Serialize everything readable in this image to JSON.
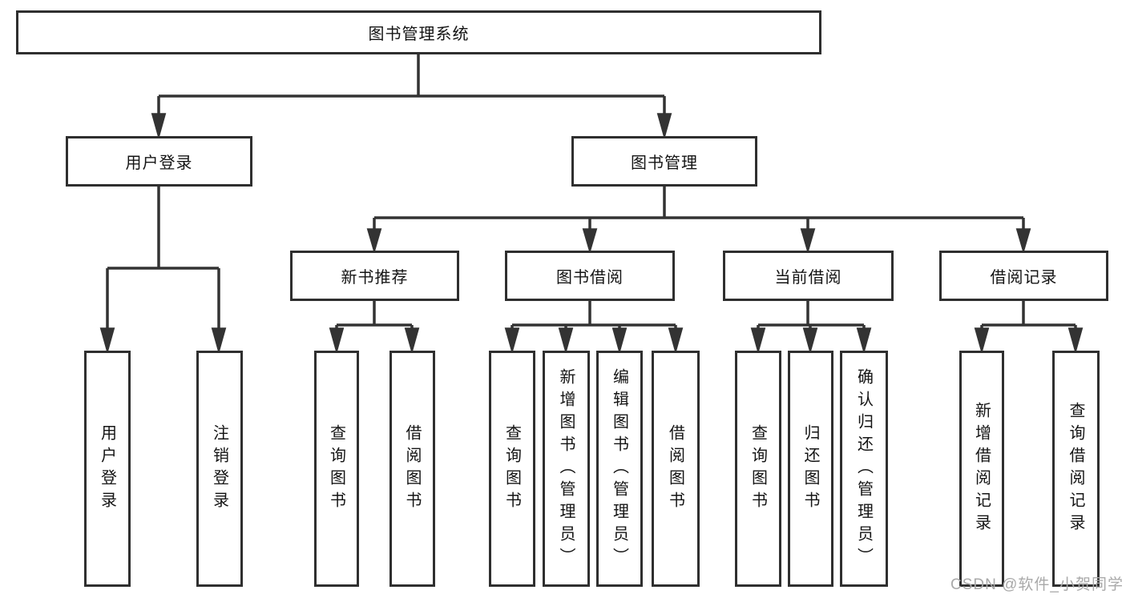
{
  "diagram": {
    "title_node": "图书管理系统",
    "level2": {
      "user_login": "用户登录",
      "book_mgmt": "图书管理"
    },
    "level3": {
      "new_books": "新书推荐",
      "book_borrow": "图书借阅",
      "current_borrow": "当前借阅",
      "borrow_records": "借阅记录"
    },
    "leaves": {
      "user_login_leaf": "用户登录",
      "logout_leaf": "注销登录",
      "nb_query_books": "查询图书",
      "nb_borrow_books": "借阅图书",
      "bb_query_books": "查询图书",
      "bb_add_books": "新增图书（管理员）",
      "bb_edit_books": "编辑图书（管理员）",
      "bb_borrow_books": "借阅图书",
      "cb_query_books": "查询图书",
      "cb_return_books": "归还图书",
      "cb_confirm_return": "确认归还（管理员）",
      "br_add_record": "新增借阅记录",
      "br_query_record": "查询借阅记录"
    }
  },
  "watermark": "CSDN @软件_小贺同学",
  "colors": {
    "line": "#333333",
    "box_border": "#2f2f2f",
    "text": "#141414",
    "watermark": "#a9a9a9",
    "background": "#ffffff"
  }
}
